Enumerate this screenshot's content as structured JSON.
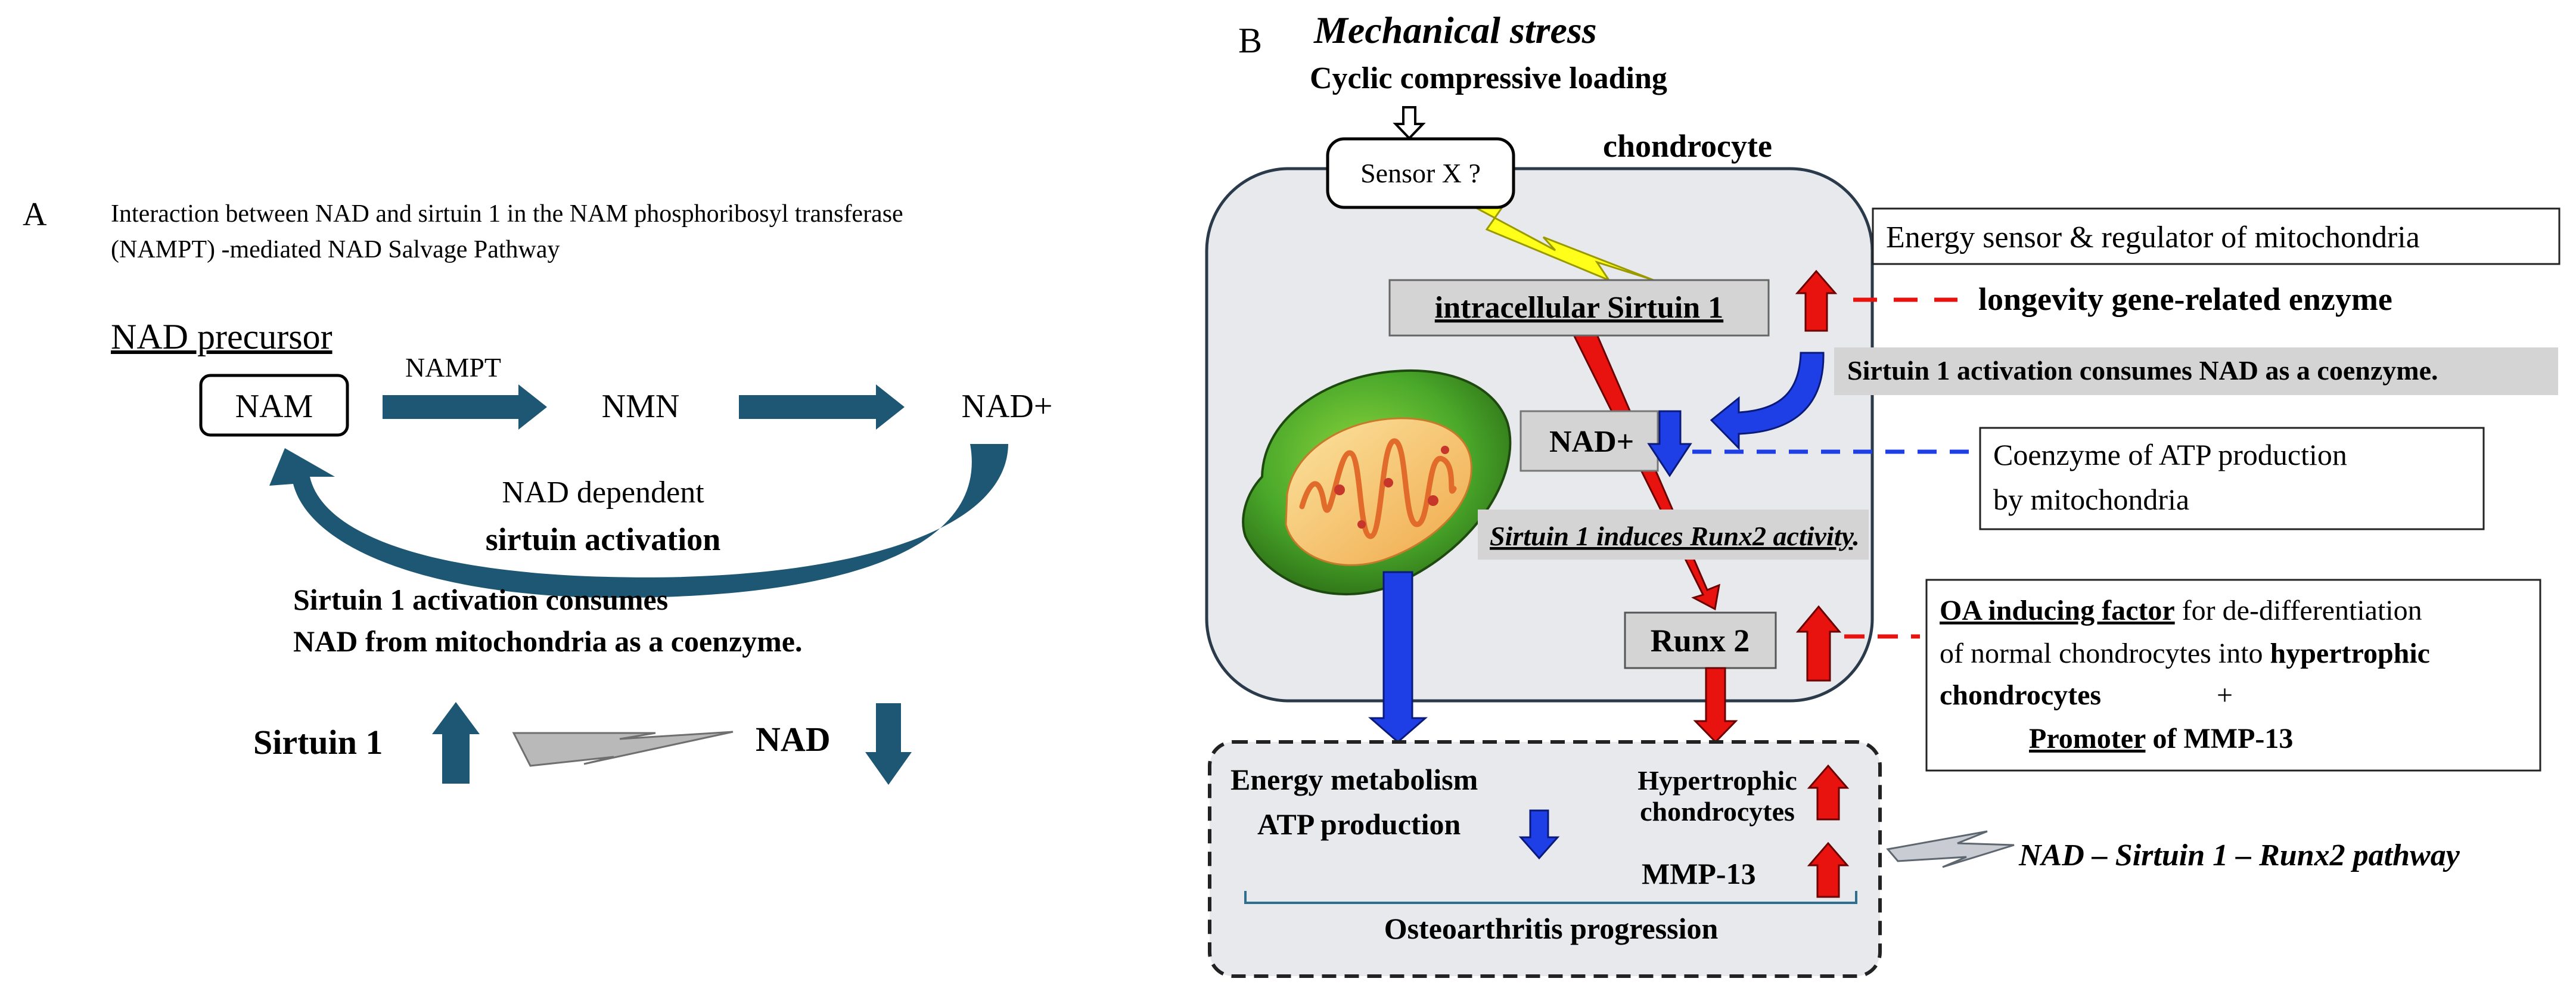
{
  "panel_a": {
    "label": "A",
    "title_line1": "Interaction between NAD and sirtuin 1 in the NAM phosphoribosyl transferase",
    "title_line2": "(NAMPT) -mediated NAD Salvage Pathway",
    "precursor_label": "NAD precursor",
    "nam": "NAM",
    "nampt": "NAMPT",
    "nmn": "NMN",
    "nad_plus": "NAD+",
    "cycle_line1": "NAD dependent",
    "cycle_line2": "sirtuin activation",
    "note_line1": "Sirtuin 1 activation consumes",
    "note_line2": "NAD from mitochondria as a coenzyme.",
    "sirtuin1": "Sirtuin 1",
    "nad": "NAD"
  },
  "panel_b": {
    "label": "B",
    "title": "Mechanical stress",
    "subtitle": "Cyclic compressive loading",
    "sensor": "Sensor X ?",
    "cell_label": "chondrocyte",
    "sirtuin_box": "intracellular Sirtuin 1",
    "nad_box": "NAD+",
    "runx_box": "Runx 2",
    "induces_note": "Sirtuin 1 induces Runx2 activity",
    "induces_period": ".",
    "consumes_note": "Sirtuin 1 activation consumes NAD as a coenzyme.",
    "energy_sensor": "Energy sensor & regulator of mitochondria",
    "longevity": "longevity gene-related enzyme",
    "coenzyme_line1": "Coenzyme of ATP production",
    "coenzyme_line2": "by mitochondria",
    "oa_line1_u": "OA inducing factor",
    "oa_line1_rest": " for de-differentiation",
    "oa_line2_a": "of normal chondrocytes into ",
    "oa_line2_b": "hypertrophic",
    "oa_line3_a": "chondrocytes",
    "oa_line3_b": "+",
    "oa_line4_u": "Promoter",
    "oa_line4_rest": " of MMP-13",
    "energy_line1": "Energy metabolism",
    "energy_line2": "ATP production",
    "hyper_line1": "Hypertrophic",
    "hyper_line2": "chondrocytes",
    "mmp13": "MMP-13",
    "oa_progression": "Osteoarthritis progression",
    "pathway": "NAD – Sirtuin 1 – Runx2 pathway"
  },
  "colors": {
    "teal": "#1d5773",
    "red_up": "#e8120f",
    "blue_down": "#1f3fe6",
    "cell_fill": "#e7e9ec",
    "label_box": "#d4d4d4",
    "bolt_yellow": "#ffff1a"
  }
}
